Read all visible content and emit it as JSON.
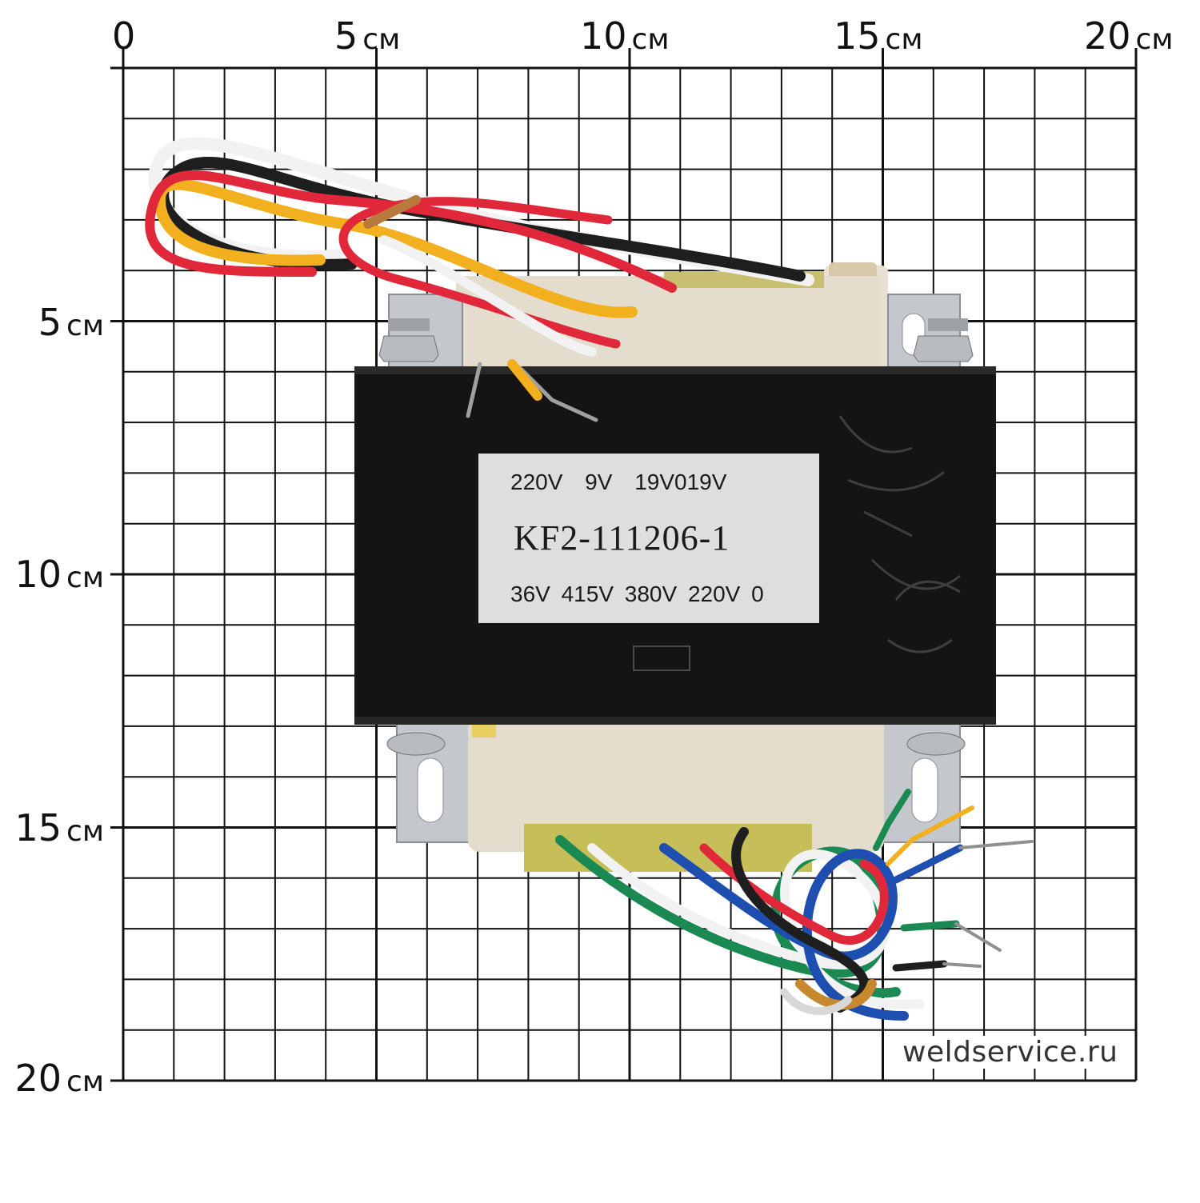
{
  "ruler": {
    "x_ticks": [
      {
        "value": "0",
        "unit": ""
      },
      {
        "value": "5",
        "unit": "см"
      },
      {
        "value": "10",
        "unit": "см"
      },
      {
        "value": "15",
        "unit": "см"
      },
      {
        "value": "20",
        "unit": "см"
      }
    ],
    "y_ticks": [
      {
        "value": "5",
        "unit": "см"
      },
      {
        "value": "10",
        "unit": "см"
      },
      {
        "value": "15",
        "unit": "см"
      },
      {
        "value": "20",
        "unit": "см"
      }
    ]
  },
  "transformer": {
    "label_top": "220V 9V 19V019V",
    "model": "KF2-111206-1",
    "label_bottom": "36V 415V 380V 220V 0"
  },
  "watermark": "weldservice.ru",
  "colors": {
    "grid": "#111111",
    "core": "#141414",
    "bracket": "#c8cbcf",
    "label_bg": "#dcdcdc",
    "bobbin": "#e4dccd"
  }
}
